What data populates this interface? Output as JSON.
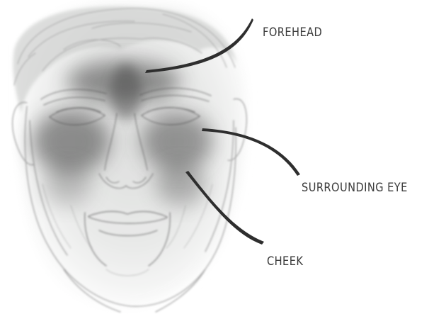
{
  "labels": {
    "forehead": "FOREHEAD",
    "surrounding_eye": "SURROUNDING EYE",
    "cheek": "CHEEK"
  },
  "colors": {
    "sketch_stroke": "#9a9a9a",
    "shading": "#3f3f3f",
    "arrow": "#2e2e2e",
    "text": "#3a3a3a"
  }
}
